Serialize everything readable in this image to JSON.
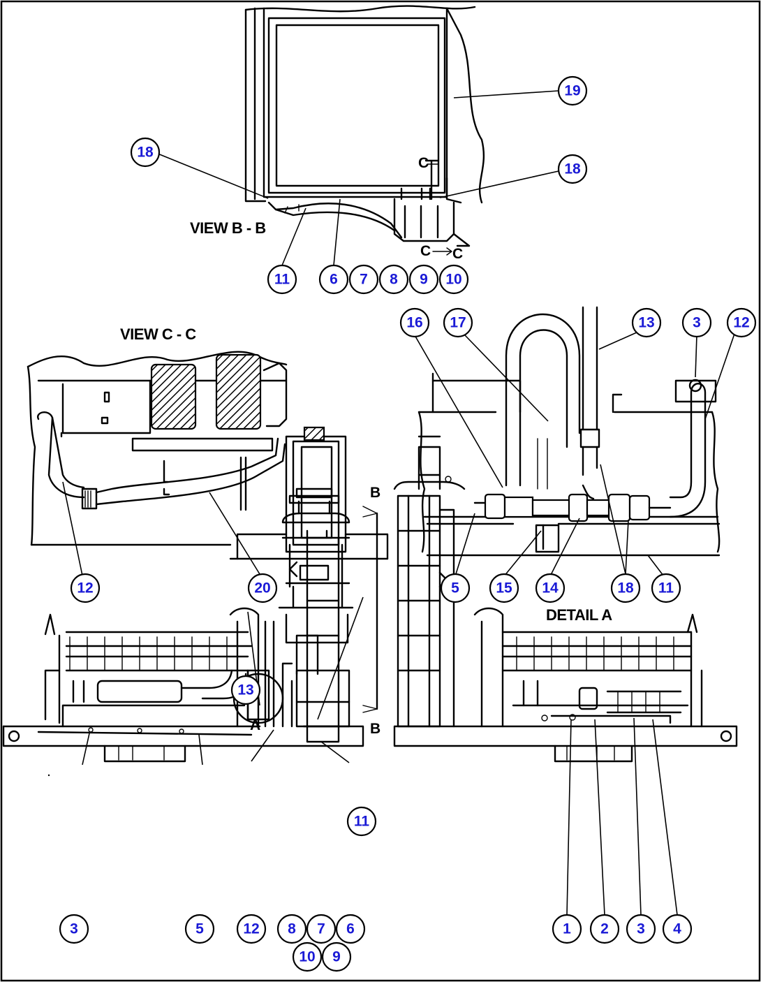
{
  "views": {
    "view_b": {
      "caption": "VIEW B - B"
    },
    "view_c": {
      "caption": "VIEW C - C"
    },
    "detail_a": {
      "caption": "DETAIL A"
    }
  },
  "section_marks": {
    "c_top": "C",
    "c_bottom": "C",
    "c_bottom_right": "C",
    "b_top": "B",
    "b_bottom": "B",
    "a": "A"
  },
  "callouts": {
    "vb_19": "19",
    "vb_18_left": "18",
    "vb_18_right": "18",
    "vb_11": "11",
    "vb_6": "6",
    "vb_7": "7",
    "vb_8": "8",
    "vb_9": "9",
    "vb_10": "10",
    "vc_12": "12",
    "vc_20": "20",
    "da_16": "16",
    "da_17": "17",
    "da_13": "13",
    "da_3": "3",
    "da_12": "12",
    "da_5": "5",
    "da_15": "15",
    "da_14": "14",
    "da_18": "18",
    "da_11": "11",
    "lm_13": "13",
    "lm_11": "11",
    "lm_3": "3",
    "lm_5": "5",
    "lm_12": "12",
    "lm_8": "8",
    "lm_7": "7",
    "lm_6": "6",
    "lm_10": "10",
    "lm_9": "9",
    "rm_1": "1",
    "rm_2": "2",
    "rm_3": "3",
    "rm_4": "4"
  }
}
